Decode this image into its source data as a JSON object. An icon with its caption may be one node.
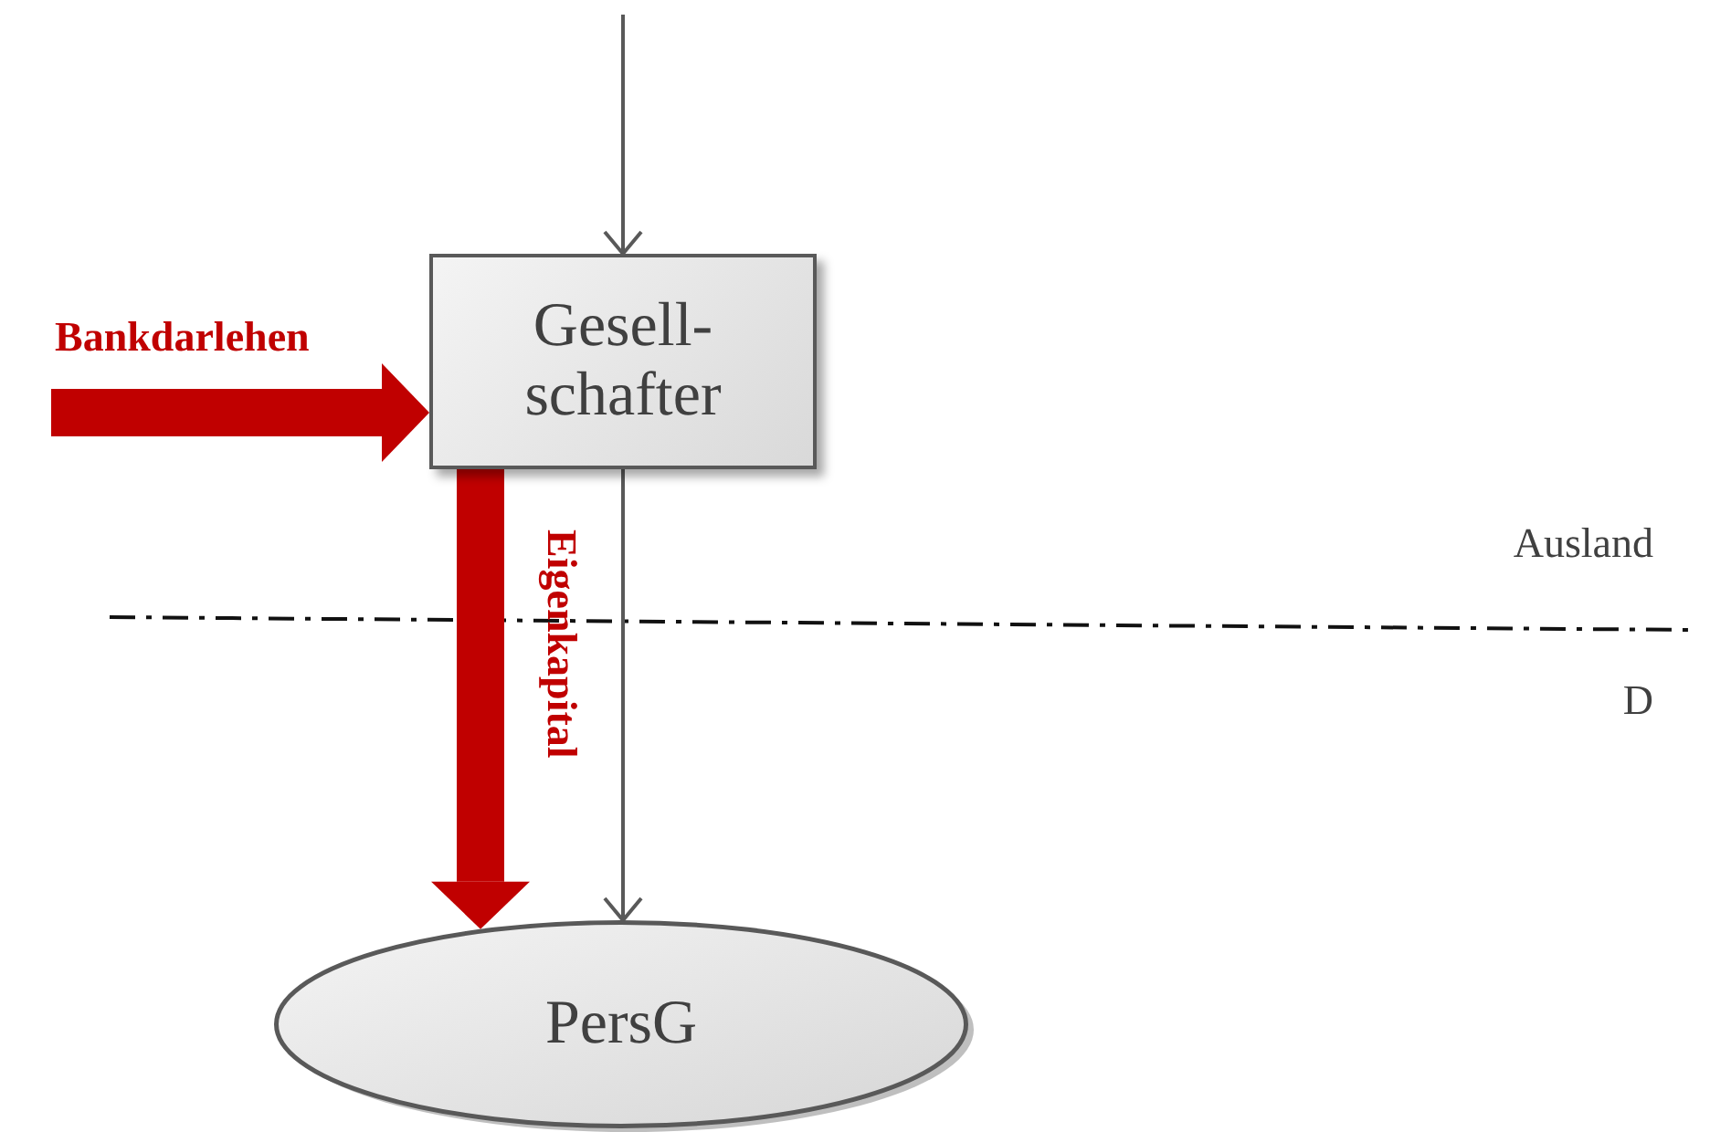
{
  "diagram": {
    "nodes": [
      {
        "text": [
          "Gesell- schafter"
        ]
      },
      {
        "text": [
          "PersG"
        ]
      }
    ],
    "edges": [
      {
        "from": null,
        "to": 0,
        "arrow": "to"
      },
      {
        "from": null,
        "to": 0,
        "arrow": "to",
        "label": "Bankdarlehen",
        "style": "thick",
        "color": "#c00000"
      },
      {
        "from": 0,
        "to": 1,
        "arrow": "to",
        "label": "Eigenkapital",
        "style": "thick",
        "color": "#c00000"
      },
      {
        "from": 0,
        "to": 1,
        "arrow": "to"
      }
    ],
    "labels": [
      "Ausland",
      "D"
    ]
  }
}
